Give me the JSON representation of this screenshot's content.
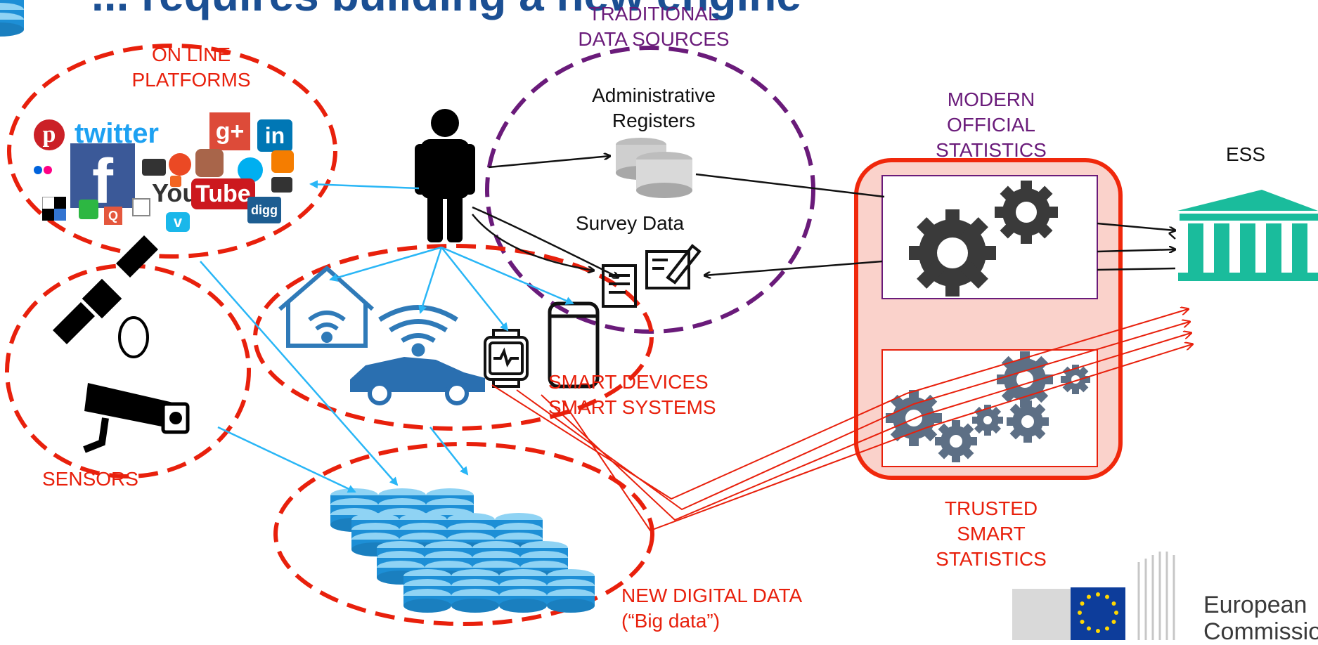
{
  "slide": {
    "title_fragment": "... requires building a new engine"
  },
  "labels": {
    "online_platforms": [
      "ON LINE",
      "PLATFORMS"
    ],
    "traditional": [
      "TRADITIONAL",
      "DATA SOURCES"
    ],
    "admin_registers": [
      "Administrative",
      "Registers"
    ],
    "survey_data": "Survey Data",
    "modern_official": [
      "MODERN",
      "OFFICIAL",
      "STATISTICS"
    ],
    "ess": "ESS",
    "smart_devices": [
      "SMART DEVICES",
      "SMART SYSTEMS"
    ],
    "sensors": "SENSORS",
    "trusted_smart": [
      "TRUSTED",
      "SMART",
      "STATISTICS"
    ],
    "new_digital": [
      "NEW DIGITAL DATA",
      "(“Big data”)"
    ]
  },
  "social_logos": [
    "twitter",
    "g+",
    "in",
    "You",
    "Tube",
    "digg"
  ],
  "footer": {
    "org_name": [
      "European",
      "Commission"
    ]
  },
  "colors": {
    "red_accent": "#e8200c",
    "purple_accent": "#6a1b7a",
    "cyan_arrow": "#29b6f6",
    "ess_teal": "#1abc9c",
    "title_blue": "#1b4f93"
  }
}
